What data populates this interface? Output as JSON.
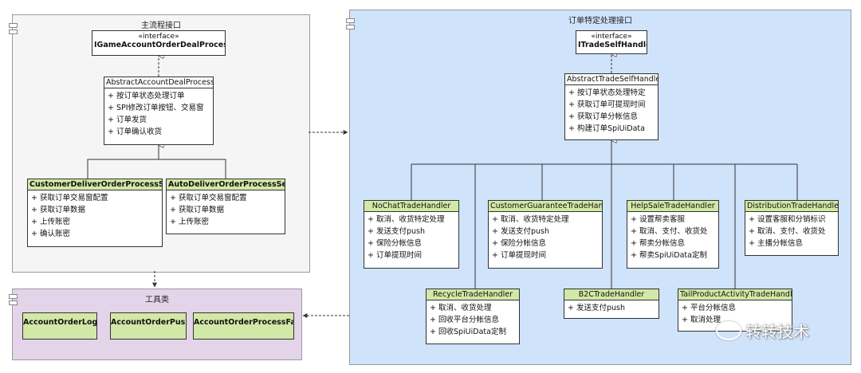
{
  "packages": {
    "main": {
      "title": "主流程接口"
    },
    "trade": {
      "title": "订单特定处理接口"
    },
    "tools": {
      "title": "工具类"
    }
  },
  "main_interface": {
    "stereotype": "«interface»",
    "name": "IGameAccountOrderDealProcess"
  },
  "abstract_account": {
    "name": "AbstractAccountDealProcess",
    "items": [
      "+ 按订单状态处理订单",
      "+ SPI修改订单按钮、交易窗",
      "+ 订单发货",
      "+ 订单确认收货"
    ]
  },
  "customer_deliver": {
    "name": "CustomerDeliverOrderProcessService",
    "items": [
      "+ 获取订单交易窗配置",
      "+ 获取订单数据",
      "+ 上传账密",
      "+ 确认账密"
    ]
  },
  "auto_deliver": {
    "name": "AutoDeliverOrderProcessService",
    "items": [
      "+ 获取订单交易窗配置",
      "+ 获取订单数据",
      "+ 上传账密"
    ]
  },
  "trade_interface": {
    "stereotype": "«interface»",
    "name": "ITradeSelfHandler"
  },
  "abstract_trade": {
    "name": "AbstractTradeSelfHandler",
    "items": [
      "+ 按订单状态处理特定",
      "+ 获取订单可提现时间",
      "+ 获取订单分帐信息",
      "+ 构建订单SpiUiData"
    ]
  },
  "handlers": {
    "nochat": {
      "name": "NoChatTradeHandler",
      "items": [
        "+ 取消、收货特定处理",
        "+ 发送支付push",
        "+ 保险分帐信息",
        "+ 订单提现时间"
      ]
    },
    "customer_guarantee": {
      "name": "CustomerGuaranteeTradeHandler",
      "items": [
        "+ 取消、收货特定处理",
        "+ 发送支付push",
        "+ 保险分帐信息",
        "+ 订单提现时间"
      ]
    },
    "helpsale": {
      "name": "HelpSaleTradeHandler",
      "items": [
        "+ 设置帮卖客服",
        "+ 取消、支付、收货处",
        "+ 帮卖分帐信息",
        "+ 帮卖SpiUiData定制"
      ]
    },
    "distribution": {
      "name": "DistributionTradeHandler",
      "items": [
        "+ 设置客服和分销标识",
        "+ 取消、支付、收货处",
        "+ 主播分帐信息"
      ]
    },
    "recycle": {
      "name": "RecycleTradeHandler",
      "items": [
        "+ 取消、收货处理",
        "+ 回收平台分帐信息",
        "+ 回收SpiUiData定制"
      ]
    },
    "b2c": {
      "name": "B2CTradeHandler",
      "items": [
        "+ 发送支付push"
      ]
    },
    "tailproduct": {
      "name": "TailProductActivityTradeHandler",
      "items": [
        "+ 平台分帐信息",
        "+ 取消处理"
      ]
    }
  },
  "tools": {
    "items": [
      "AccountOrderLog",
      "AccountOrderPush",
      "AccountOrderProcessFacto"
    ]
  },
  "watermark": "转转技术",
  "colors": {
    "trade_bg": "#cfe3fb",
    "main_bg": "#f5f5f5",
    "tools_bg": "#e4d4ea",
    "class_green": "#d2e8a6"
  }
}
